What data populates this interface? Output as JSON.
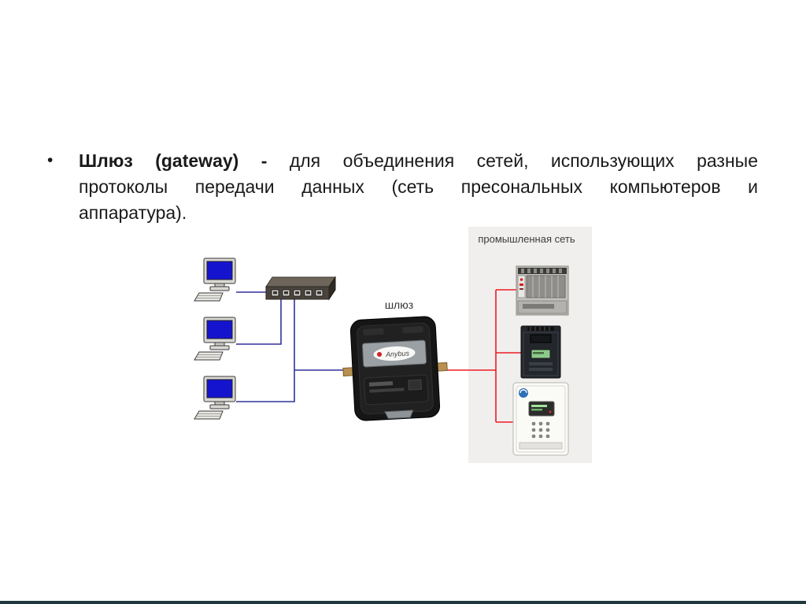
{
  "slide": {
    "bullet_marker": "•",
    "text": {
      "line1_bold": "Шлюз (gateway) -",
      "line1_rest": "для объединения сетей, использующих разные",
      "line2": "протоколы передачи данных (сеть пресональных компьютеров и",
      "line3": "аппаратура)."
    }
  },
  "diagram": {
    "labels": {
      "industrial_network": "промышленная сеть",
      "gateway": "шлюз",
      "gateway_brand": "Anybus"
    },
    "colors": {
      "lan_line": "#31319b",
      "fieldbus_line": "#ed1c24",
      "pc_screen": "#1414cf",
      "panel_background": "#f0efed"
    }
  },
  "footer": {
    "bar_color": "#20393d"
  }
}
